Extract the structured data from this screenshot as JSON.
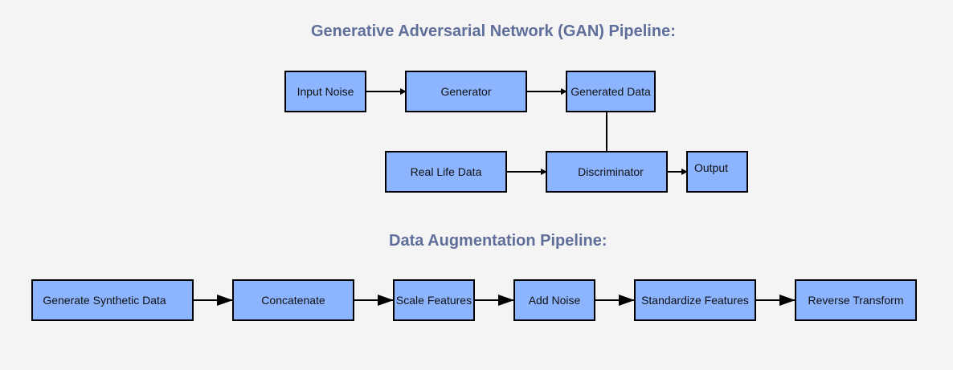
{
  "gan": {
    "title": "Generative Adversarial Network (GAN) Pipeline:",
    "nodes": {
      "input_noise": "Input Noise",
      "generator": "Generator",
      "generated_data": "Generated Data",
      "real_life_data": "Real Life Data",
      "discriminator": "Discriminator",
      "output": "Output"
    }
  },
  "augmentation": {
    "title": "Data Augmentation Pipeline:",
    "nodes": {
      "generate_synthetic": "Generate Synthetic Data",
      "concatenate": "Concatenate",
      "scale_features": "Scale Features",
      "add_noise": "Add Noise",
      "standardize_features": "Standardize Features",
      "reverse_transform": "Reverse Transform"
    }
  },
  "colors": {
    "background": "#f4f4f4",
    "node_fill": "#8cb4ff",
    "title": "#5f6f9a",
    "edge": "#000000"
  }
}
